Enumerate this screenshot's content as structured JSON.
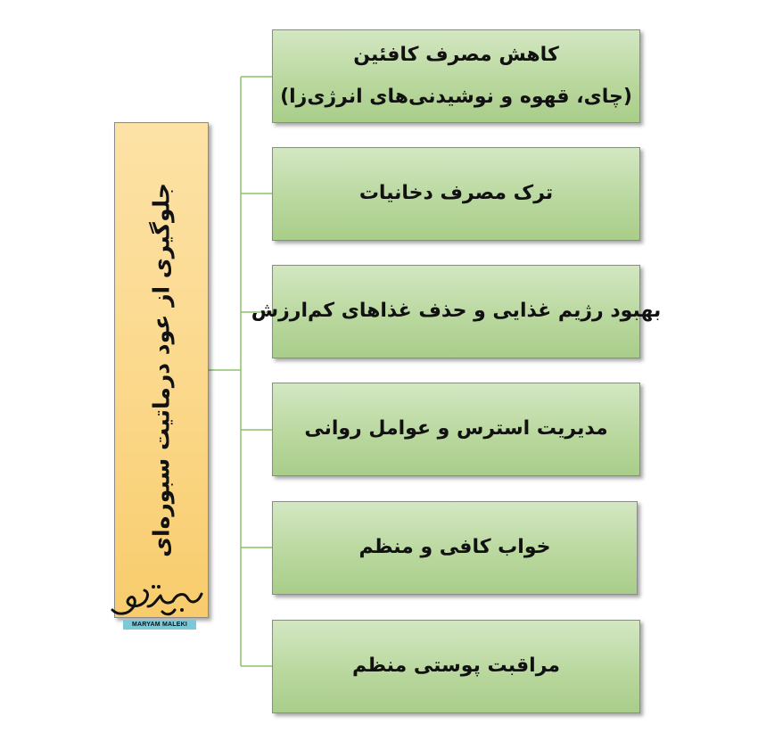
{
  "diagram": {
    "root": {
      "label": "جلوگیری از عود درماتیت سبوره‌ای"
    },
    "children": [
      {
        "label": "کاهش مصرف کافئین",
        "label2": "(چای، قهوه و نوشیدنی‌های انرژی‌زا)"
      },
      {
        "label": "ترک مصرف دخانیات"
      },
      {
        "label": "بهبود رژیم غذایی و حذف غذاهای کم‌ارزش"
      },
      {
        "label": "مدیریت استرس و عوامل روانی"
      },
      {
        "label": "خواب کافی و منظم"
      },
      {
        "label": "مراقبت پوستی منظم"
      }
    ],
    "colors": {
      "root_fill": "#fbd98d",
      "child_fill": "#bad89f",
      "connector": "#8cc26a"
    }
  },
  "logo": {
    "caption": "MARYAM MALEKI"
  }
}
